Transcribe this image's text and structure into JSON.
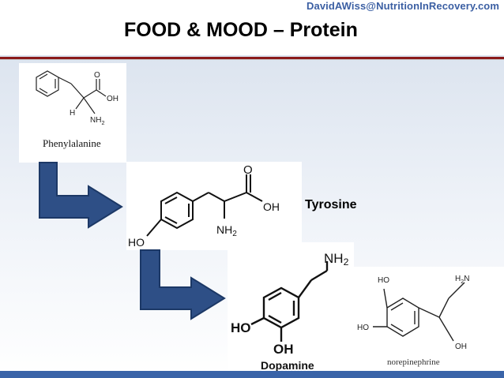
{
  "header": {
    "email": "DavidAWiss@NutritionInRecovery.com",
    "title": "FOOD & MOOD – Protein"
  },
  "molecules": {
    "phenylalanine": {
      "name": "Phenylalanine",
      "atoms": [
        "O",
        "OH",
        "H",
        "NH2"
      ]
    },
    "tyrosine": {
      "name": "Tyrosine",
      "atoms": [
        "O",
        "OH",
        "NH2",
        "HO"
      ]
    },
    "dopamine": {
      "name": "Dopamine",
      "atoms": [
        "NH2",
        "HO",
        "OH"
      ]
    },
    "norepinephrine": {
      "name": "norepinephrine",
      "atoms": [
        "HO",
        "H2N",
        "HO",
        "OH"
      ]
    }
  },
  "colors": {
    "arrow": "#2e4f86",
    "title_rule": "#8b1a1a",
    "email": "#3b5fa3",
    "bottom_bar": "#3a64a8"
  }
}
